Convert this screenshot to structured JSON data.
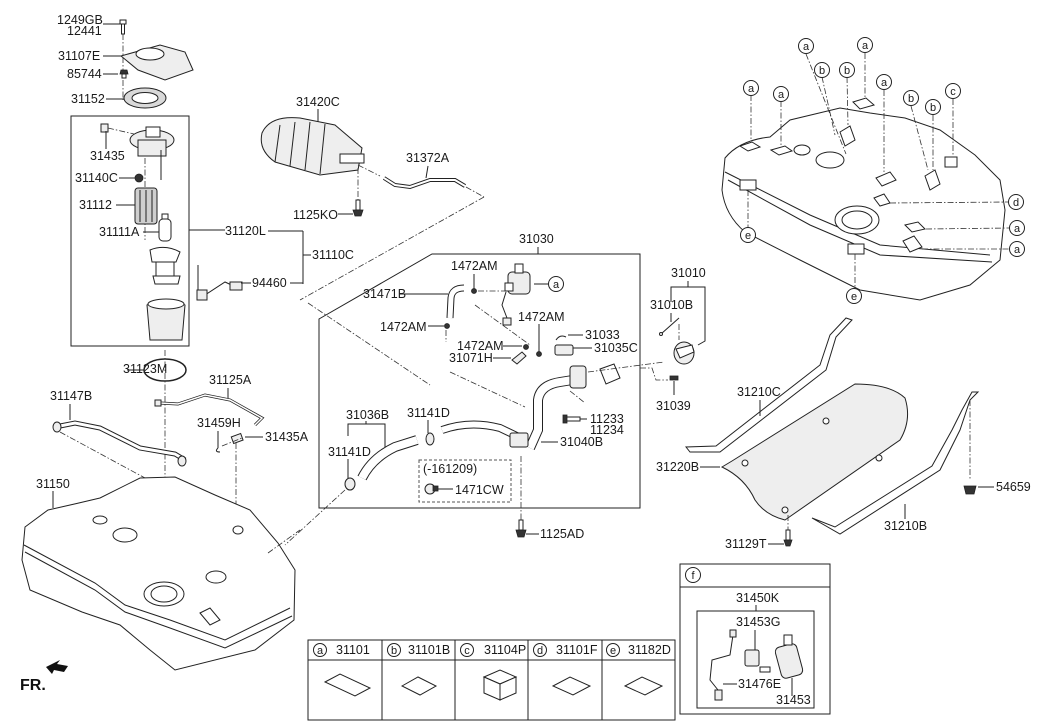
{
  "diagram": {
    "type": "exploded-parts-diagram",
    "subject": "Fuel tank, fuel pump and related parts",
    "orientation_label": "FR.",
    "labels": {
      "p1249GB": "1249GB",
      "p12441": "12441",
      "p31107E": "31107E",
      "p85744": "85744",
      "p31152": "31152",
      "p31435": "31435",
      "p31140C": "31140C",
      "p31112": "31112",
      "p31111A": "31111A",
      "p31120L": "31120L",
      "p31110C": "31110C",
      "p94460": "94460",
      "p31420C": "31420C",
      "p31372A": "31372A",
      "p1125KO": "1125KO",
      "p31030": "31030",
      "p1472AM_1": "1472AM",
      "p31471B": "31471B",
      "p1472AM_2": "1472AM",
      "p1472AM_3": "1472AM",
      "p1472AM_4": "1472AM",
      "p31071H": "31071H",
      "p31033": "31033",
      "p31035C": "31035C",
      "p31010": "31010",
      "p31010B": "31010B",
      "p31039": "31039",
      "p11233": "11233",
      "p11234": "11234",
      "p31040B": "31040B",
      "p31036B": "31036B",
      "p31141D_1": "31141D",
      "p31141D_2": "31141D",
      "p_161209": "(-161209)",
      "p1471CW": "1471CW",
      "p1125AD": "1125AD",
      "p31123M": "31123M",
      "p31125A": "31125A",
      "p31147B": "31147B",
      "p31459H": "31459H",
      "p31435A": "31435A",
      "p31150": "31150",
      "p31210C": "31210C",
      "p31220B": "31220B",
      "p31210B": "31210B",
      "p54659": "54659",
      "p31129T": "31129T"
    },
    "callouts": {
      "a": "a",
      "b": "b",
      "c": "c",
      "d": "d",
      "e": "e",
      "f": "f"
    },
    "legend_table": [
      {
        "key": "a",
        "part": "31101"
      },
      {
        "key": "b",
        "part": "31101B"
      },
      {
        "key": "c",
        "part": "31104P"
      },
      {
        "key": "d",
        "part": "31101F"
      },
      {
        "key": "e",
        "part": "31182D"
      }
    ],
    "detail_f": {
      "key": "f",
      "assembly": "31450K",
      "parts": [
        "31453G",
        "31476E",
        "31453"
      ]
    }
  }
}
